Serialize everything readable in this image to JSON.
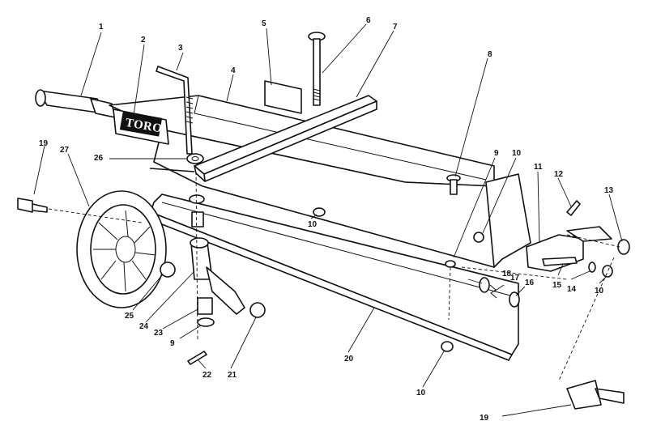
{
  "logo_text": "TORO",
  "callouts": [
    {
      "label": "1"
    },
    {
      "label": "2"
    },
    {
      "label": "3"
    },
    {
      "label": "4"
    },
    {
      "label": "5"
    },
    {
      "label": "6"
    },
    {
      "label": "7"
    },
    {
      "label": "8"
    },
    {
      "label": "9"
    },
    {
      "label": "10"
    },
    {
      "label": "11"
    },
    {
      "label": "12"
    },
    {
      "label": "13"
    },
    {
      "label": "19"
    },
    {
      "label": "27"
    },
    {
      "label": "26"
    },
    {
      "label": "10"
    },
    {
      "label": "9"
    },
    {
      "label": "18"
    },
    {
      "label": "17"
    },
    {
      "label": "16"
    },
    {
      "label": "15"
    },
    {
      "label": "14"
    },
    {
      "label": "10"
    },
    {
      "label": "25"
    },
    {
      "label": "24"
    },
    {
      "label": "23"
    },
    {
      "label": "9"
    },
    {
      "label": "22"
    },
    {
      "label": "21"
    },
    {
      "label": "20"
    },
    {
      "label": "10"
    },
    {
      "label": "19"
    }
  ]
}
